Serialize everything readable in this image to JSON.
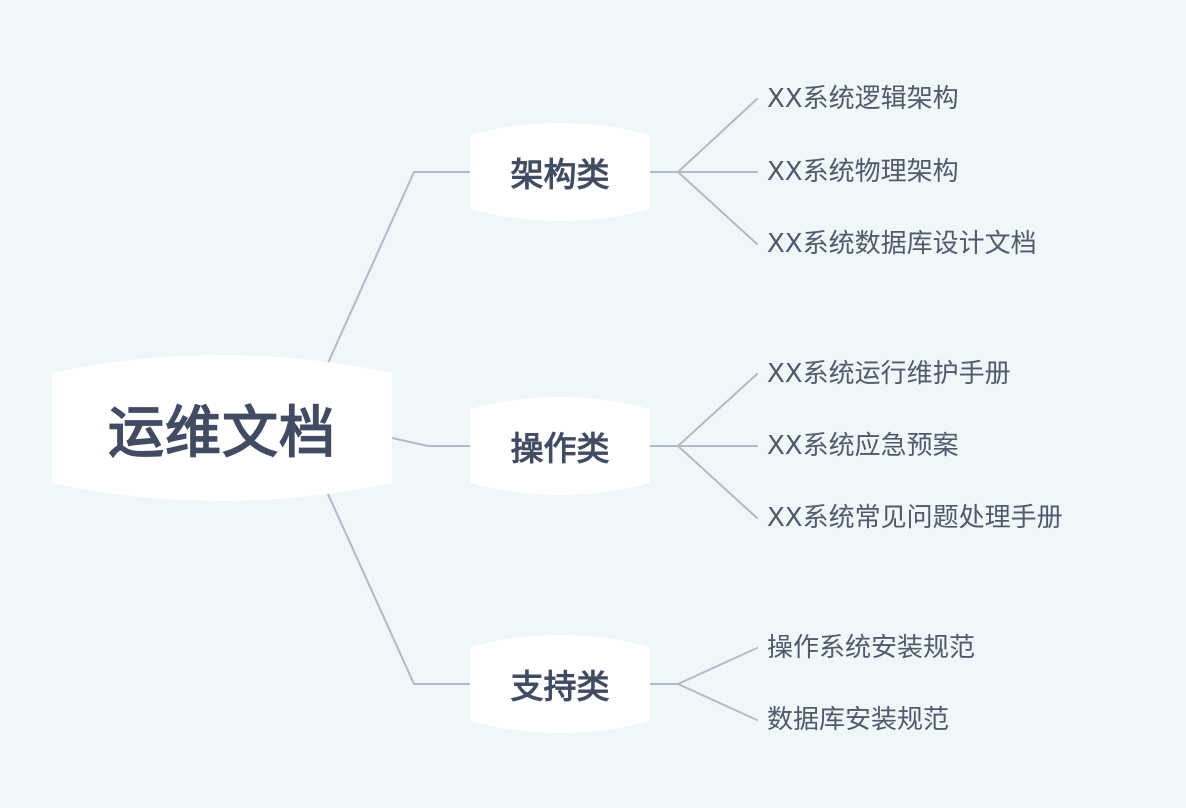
{
  "mindmap": {
    "root": {
      "label": "运维文档"
    },
    "branches": [
      {
        "label": "架构类",
        "children": [
          "XX系统逻辑架构",
          "XX系统物理架构",
          "XX系统数据库设计文档"
        ]
      },
      {
        "label": "操作类",
        "children": [
          "XX系统运行维护手册",
          "XX系统应急预案",
          "XX系统常见问题处理手册"
        ]
      },
      {
        "label": "支持类",
        "children": [
          "操作系统安装规范",
          "数据库安装规范"
        ]
      }
    ]
  },
  "colors": {
    "background": "#eff7f9",
    "node_fill": "#ffffff",
    "node_text": "#414c62",
    "leaf_text": "#4f5a6d",
    "connector": "#b2bac8"
  }
}
